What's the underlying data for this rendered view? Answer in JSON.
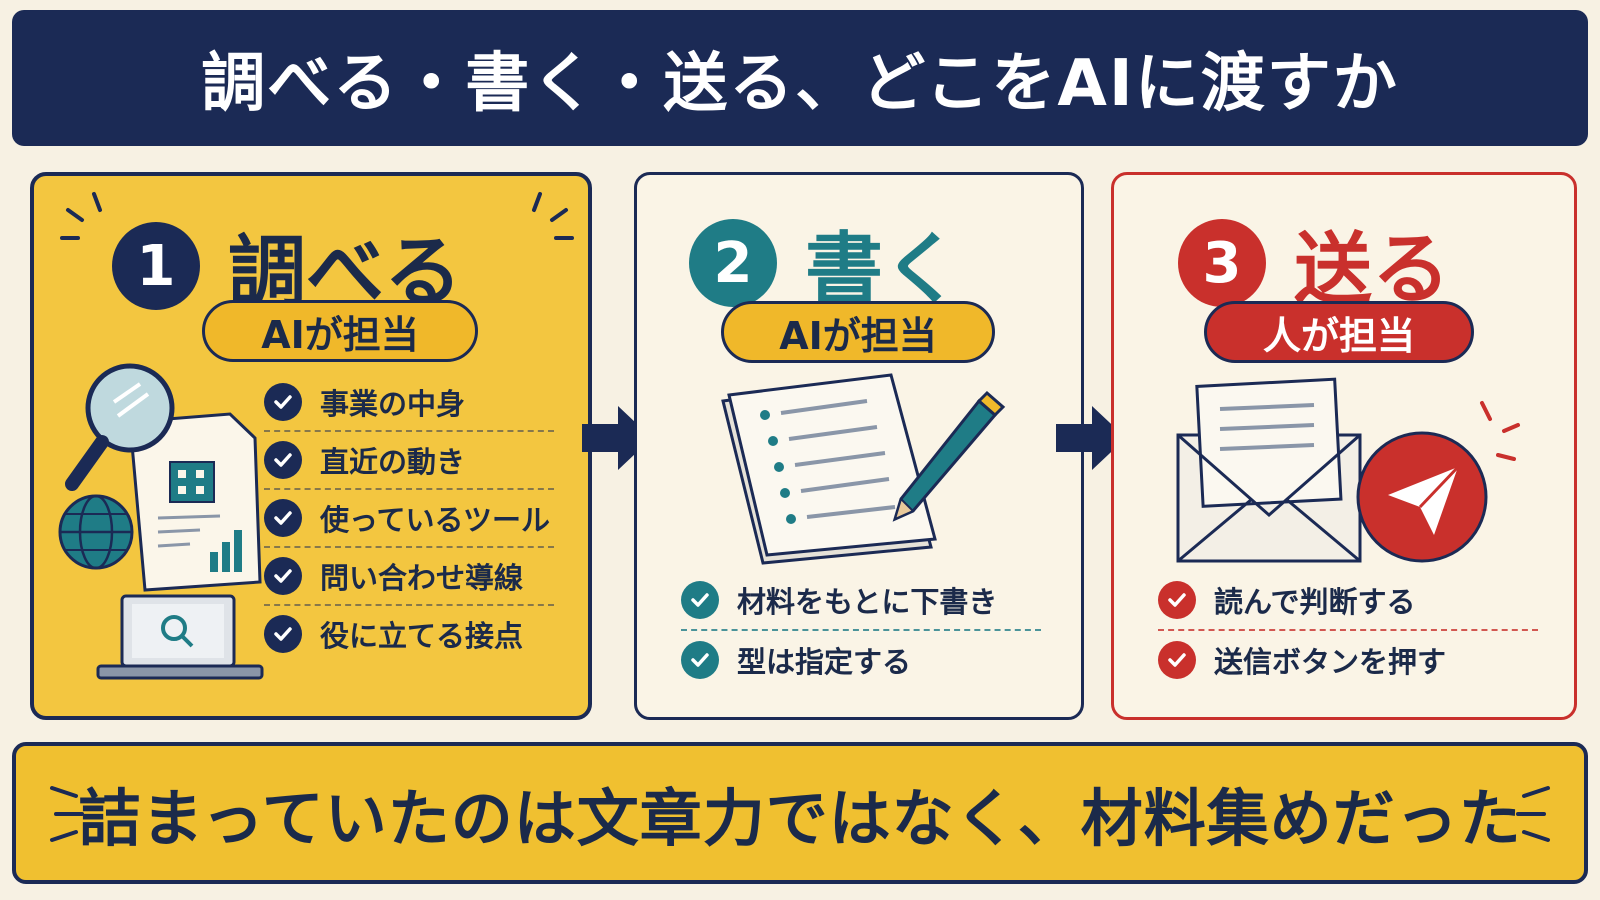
{
  "title": "調べる・書く・送る、どこをAIに渡すか",
  "steps": [
    {
      "number": "1",
      "title": "調べる",
      "owner": "AIが担当",
      "items": [
        "事業の中身",
        "直近の動き",
        "使っているツール",
        "問い合わせ導線",
        "役に立てる接点"
      ]
    },
    {
      "number": "2",
      "title": "書く",
      "owner": "AIが担当",
      "items": [
        "材料をもとに下書き",
        "型は指定する"
      ]
    },
    {
      "number": "3",
      "title": "送る",
      "owner": "人が担当",
      "items": [
        "読んで判断する",
        "送信ボタンを押す"
      ]
    }
  ],
  "footer": "詰まっていたのは文章力ではなく、材料集めだった",
  "colors": {
    "navy": "#1b2a55",
    "yellow": "#f3c640",
    "teal": "#1f7c86",
    "red": "#c9302c",
    "cream": "#faf4e6"
  },
  "icons": [
    "magnifier-icon",
    "document-icon",
    "globe-icon",
    "laptop-icon",
    "notepad-icon",
    "pencil-icon",
    "envelope-icon",
    "send-icon",
    "check-icon",
    "arrow-right-icon"
  ]
}
